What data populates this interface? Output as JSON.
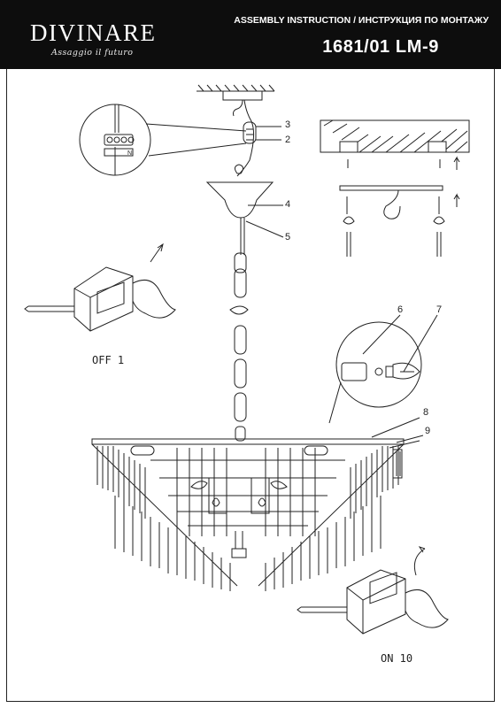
{
  "header": {
    "brand": "DIVINARE",
    "tagline": "Assaggio il futuro",
    "title": "ASSEMBLY INSTRUCTION / ИНСТРУКЦИЯ ПО МОНТАЖУ",
    "model": "1681/01 LM-9"
  },
  "switch_off_label": "OFF 1",
  "switch_on_label": "ON 10",
  "terminal_mark": "N",
  "callouts": [
    "3",
    "2",
    "4",
    "5",
    "6",
    "7",
    "8",
    "9"
  ]
}
